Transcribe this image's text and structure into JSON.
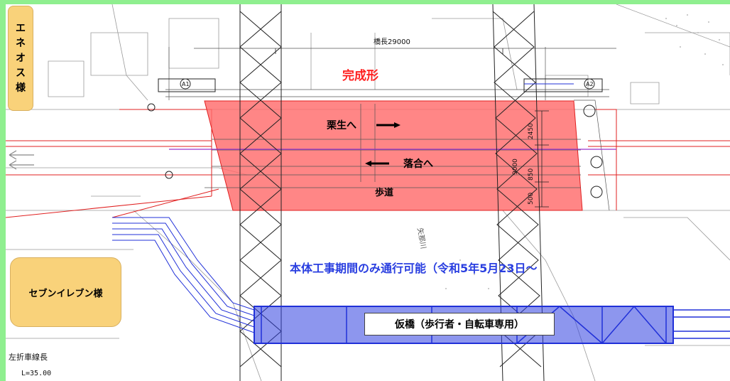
{
  "labels": {
    "eneos": [
      "エ",
      "ネ",
      "オ",
      "ス",
      "様"
    ],
    "seven_eleven": "セブンイレブン様",
    "bridge_length": "橋長29000",
    "completed_form": "完成形",
    "to_kurio": "栗生へ",
    "to_ochiai": "落合へ",
    "sidewalk": "歩道",
    "river": "矢那川",
    "notice": "本体工事期間のみ通行可能（令和5年5月23日～",
    "temp_bridge": "仮橋（歩行者・自転車専用）",
    "left_turn_lane": "左折車線長",
    "left_turn_length": "L=35.00",
    "dim_2450": "2450",
    "dim_9000": "9000",
    "dim_850": "850",
    "dim_500": "500",
    "abutment_a1": "A1",
    "abutment_a2": "A2"
  },
  "colors": {
    "background_border": "#8fef8f",
    "completed_overlay": "#ff6b6b",
    "title_red": "#ff2020",
    "notice_blue": "#2a3fe0",
    "temp_bridge_blue": "#2030d8",
    "label_box": "#f9d27a"
  }
}
